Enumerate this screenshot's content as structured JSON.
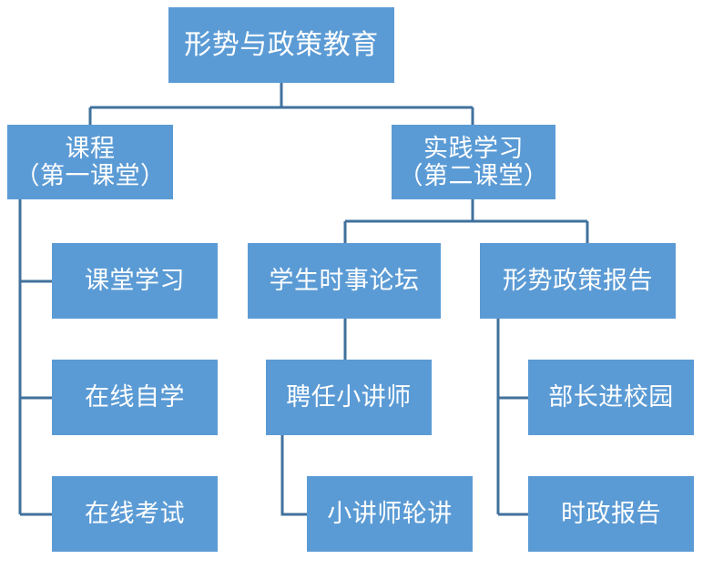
{
  "diagram": {
    "title": "形势与政策教育",
    "type": "organization-tree",
    "colors": {
      "node_fill": "#5B9BD5",
      "node_text": "#FFFFFF",
      "connector": "#41719C",
      "background": "#FFFFFF"
    },
    "nodes": {
      "root": {
        "label": "形势与政策教育",
        "lines": [
          "形势与政策教育"
        ]
      },
      "course": {
        "label": "课程（第一课堂）",
        "lines": [
          "课程",
          "（第一课堂）"
        ]
      },
      "practice": {
        "label": "实践学习（第二课堂）",
        "lines": [
          "实践学习",
          "（第二课堂）"
        ]
      },
      "classroom_study": {
        "label": "课堂学习",
        "lines": [
          "课堂学习"
        ]
      },
      "online_selfstudy": {
        "label": "在线自学",
        "lines": [
          "在线自学"
        ]
      },
      "online_exam": {
        "label": "在线考试",
        "lines": [
          "在线考试"
        ]
      },
      "student_forum": {
        "label": "学生时事论坛",
        "lines": [
          "学生时事论坛"
        ]
      },
      "appoint_lecturer": {
        "label": "聘任小讲师",
        "lines": [
          "聘任小讲师"
        ]
      },
      "lecturer_rotation": {
        "label": "小讲师轮讲",
        "lines": [
          "小讲师轮讲"
        ]
      },
      "policy_report": {
        "label": "形势政策报告",
        "lines": [
          "形势政策报告"
        ]
      },
      "minister_campus": {
        "label": "部长进校园",
        "lines": [
          "部长进校园"
        ]
      },
      "current_affairs_report": {
        "label": "时政报告",
        "lines": [
          "时政报告"
        ]
      }
    },
    "edges": [
      {
        "from": "root",
        "to": "course"
      },
      {
        "from": "root",
        "to": "practice"
      },
      {
        "from": "course",
        "to": "classroom_study"
      },
      {
        "from": "course",
        "to": "online_selfstudy"
      },
      {
        "from": "course",
        "to": "online_exam"
      },
      {
        "from": "practice",
        "to": "student_forum"
      },
      {
        "from": "practice",
        "to": "policy_report"
      },
      {
        "from": "student_forum",
        "to": "appoint_lecturer"
      },
      {
        "from": "appoint_lecturer",
        "to": "lecturer_rotation"
      },
      {
        "from": "policy_report",
        "to": "minister_campus"
      },
      {
        "from": "policy_report",
        "to": "current_affairs_report"
      }
    ]
  }
}
